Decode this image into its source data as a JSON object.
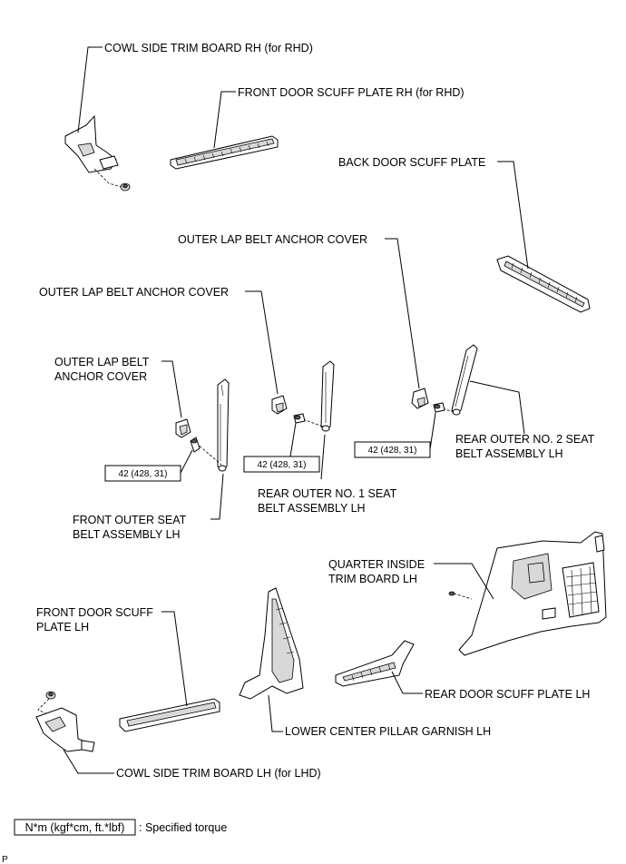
{
  "labels": {
    "cowl_rh": "COWL SIDE TRIM BOARD RH (for RHD)",
    "front_scuff_rh": "FRONT DOOR SCUFF PLATE RH (for RHD)",
    "back_door_scuff": "BACK DOOR SCUFF PLATE",
    "outer_lap_cover_right": "OUTER LAP BELT ANCHOR COVER",
    "outer_lap_cover_mid": "OUTER LAP BELT ANCHOR COVER",
    "outer_lap_cover_left_1": "OUTER LAP BELT",
    "outer_lap_cover_left_2": "ANCHOR COVER",
    "front_outer_belt_1": "FRONT OUTER SEAT",
    "front_outer_belt_2": "BELT ASSEMBLY LH",
    "rear_no1_belt_1": "REAR OUTER NO. 1 SEAT",
    "rear_no1_belt_2": "BELT ASSEMBLY LH",
    "rear_no2_belt_1": "REAR OUTER NO. 2 SEAT",
    "rear_no2_belt_2": "BELT ASSEMBLY LH",
    "quarter_trim_1": "QUARTER INSIDE",
    "quarter_trim_2": "TRIM BOARD LH",
    "front_scuff_lh_1": "FRONT DOOR SCUFF",
    "front_scuff_lh_2": "PLATE LH",
    "rear_door_scuff": "REAR DOOR SCUFF PLATE LH",
    "lower_pillar": "LOWER CENTER PILLAR GARNISH LH",
    "cowl_lh": "COWL SIDE TRIM BOARD LH (for LHD)"
  },
  "torques": {
    "front": "42 (428, 31)",
    "rear_no1": "42 (428, 31)",
    "rear_no2": "42 (428, 31)"
  },
  "legend": {
    "box": "N*m (kgf*cm, ft.*lbf)",
    "text": ": Specified torque"
  },
  "corner_mark": "P"
}
